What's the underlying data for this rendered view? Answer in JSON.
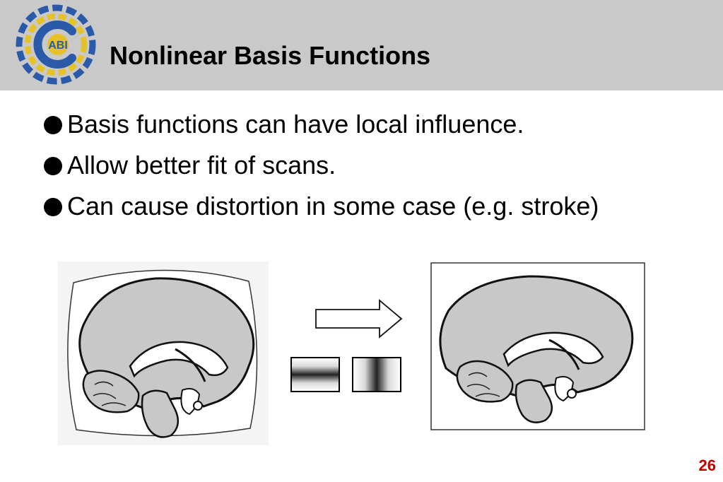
{
  "slide": {
    "title": "Nonlinear Basis Functions",
    "logo_text": "ABI",
    "bullets": [
      "Basis functions can have local influence.",
      "Allow better fit of scans.",
      "Can cause distortion in some case (e.g. stroke)"
    ],
    "page_number": "26"
  },
  "colors": {
    "header_background": "#c9c9c9",
    "page_number": "#c00000",
    "logo_blue": "#2b5aa8",
    "logo_yellow": "#e6c229",
    "brain_fill": "#c8c8c8"
  },
  "icons": {
    "logo": "abi-logo-icon",
    "bullet": "bullet-dot-icon",
    "arrow": "right-arrow-icon"
  }
}
